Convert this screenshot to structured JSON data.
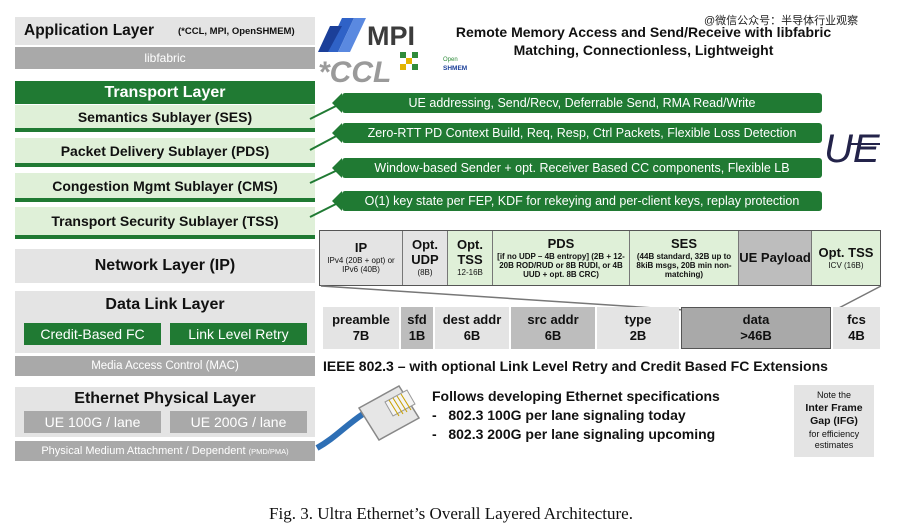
{
  "watermark": "@微信公众号：半导体行业观察",
  "left_stack": {
    "application": {
      "title": "Application Layer",
      "note": "(*CCL, MPI, OpenSHMEM)",
      "sub": "libfabric"
    },
    "transport": {
      "title": "Transport Layer",
      "sublayers": [
        "Semantics Sublayer (SES)",
        "Packet Delivery Sublayer (PDS)",
        "Congestion Mgmt Sublayer (CMS)",
        "Transport Security Sublayer (TSS)"
      ]
    },
    "network": {
      "title": "Network Layer (IP)"
    },
    "datalink": {
      "title": "Data Link Layer",
      "buttons": [
        "Credit-Based FC",
        "Link Level Retry"
      ],
      "mac": "Media Access Control (MAC)"
    },
    "physical": {
      "title": "Ethernet Physical Layer",
      "lanes": [
        "UE 100G / lane",
        "UE 200G / lane"
      ],
      "pmd": "Physical Medium Attachment / Dependent",
      "pmd_note": "(PMD/PMA)"
    }
  },
  "logos": {
    "mpi": "MPI",
    "ccl": "*CCL",
    "openshmem_1": "Open",
    "openshmem_2": "SHMEM",
    "ue": "UE"
  },
  "headline": [
    "Remote Memory Access and Send/Receive with libfabric",
    "Matching, Connectionless, Lightweight"
  ],
  "ribbons": [
    "UE addressing, Send/Recv, Deferrable Send, RMA Read/Write",
    "Zero-RTT PD Context Build, Req, Resp, Ctrl Packets, Flexible Loss Detection",
    "Window-based Sender + opt. Receiver Based CC components, Flexible LB",
    "O(1) key state per FEP, KDF for rekeying and per-client keys, replay protection"
  ],
  "packet": [
    {
      "h": "IP",
      "s": "IPv4 (20B + opt) or IPv6 (40B)"
    },
    {
      "h": "Opt. UDP",
      "s": "(8B)"
    },
    {
      "h": "Opt. TSS",
      "s": "12-16B"
    },
    {
      "h": "PDS",
      "s": "[if no UDP – 4B entropy] (2B + 12-20B ROD/RUD or 8B RUDI, or 4B UUD + opt. 8B CRC)"
    },
    {
      "h": "SES",
      "s": "(44B standard, 32B up to 8kiB msgs, 20B min non-matching)"
    },
    {
      "h": "UE Payload",
      "s": ""
    },
    {
      "h": "Opt. TSS",
      "s": "ICV (16B)"
    }
  ],
  "frame": [
    {
      "name": "preamble",
      "size": "7B"
    },
    {
      "name": "sfd",
      "size": "1B"
    },
    {
      "name": "dest addr",
      "size": "6B"
    },
    {
      "name": "src addr",
      "size": "6B"
    },
    {
      "name": "type",
      "size": "2B"
    },
    {
      "name": "data",
      "size": ">46B"
    },
    {
      "name": "fcs",
      "size": "4B"
    }
  ],
  "ieee": "IEEE 802.3 – with optional Link Level Retry and Credit Based FC Extensions",
  "ethernet": {
    "title": "Follows developing Ethernet specifications",
    "bullets": [
      "802.3 100G per lane signaling today",
      "802.3 200G per lane signaling upcoming"
    ]
  },
  "ifg_note": [
    "Note the",
    "Inter Frame",
    "Gap (IFG)",
    "for efficiency",
    "estimates"
  ],
  "caption": "Fig. 3.  Ultra Ethernet’s Overall Layered Architecture.",
  "colors": {
    "green": "#207a33",
    "light_green": "#dff0d8",
    "gray": "#e4e4e4",
    "mid_gray": "#a9a9a9"
  }
}
